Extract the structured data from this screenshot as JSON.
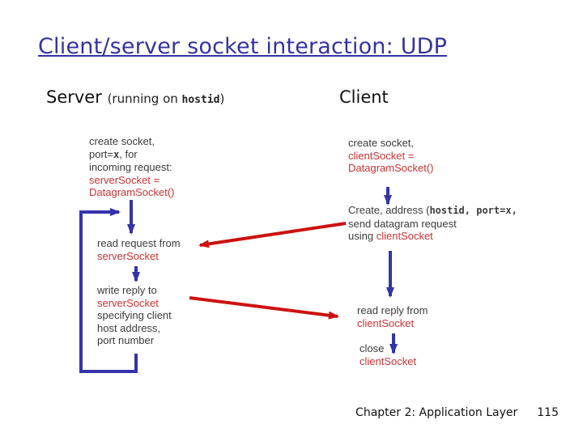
{
  "slide": {
    "title": "Client/server socket interaction: UDP"
  },
  "server": {
    "heading": "Server",
    "note_pre": "(running on ",
    "note_code": "hostid",
    "note_post": ")",
    "steps": {
      "create": {
        "line1": "create socket,",
        "line2_pre": "port=",
        "line2_code": "x",
        "line2_post": ", for",
        "line3": "incoming request:",
        "code1": "serverSocket =",
        "code2": "DatagramSocket()"
      },
      "read": {
        "line1": "read request from",
        "code1": "serverSocket"
      },
      "write": {
        "line1": "write reply to",
        "code1": "serverSocket",
        "line2": "specifying client",
        "line3": "host address,",
        "line4": "port number"
      }
    }
  },
  "client": {
    "heading": "Client",
    "steps": {
      "create": {
        "line1": "create socket,",
        "code1": "clientSocket =",
        "code2": "DatagramSocket()"
      },
      "send": {
        "line1_pre": "Create, address (",
        "line1_code": "hostid, port=x,",
        "line2": "send datagram request",
        "line3_pre": "using ",
        "line3_code": "clientSocket"
      },
      "read": {
        "line1": "read reply from",
        "code1": "clientSocket"
      },
      "close": {
        "line1": "close",
        "code1": "clientSocket"
      }
    }
  },
  "footer": {
    "chapter": "Chapter 2: Application Layer",
    "page": "115"
  },
  "colors": {
    "title_blue": "#3434a0",
    "body_text": "#3b3b3b",
    "code_red": "#cc3333",
    "arrow_blue": "#3434a8",
    "arrow_red": "#cc1111",
    "background": "#ffffff"
  }
}
